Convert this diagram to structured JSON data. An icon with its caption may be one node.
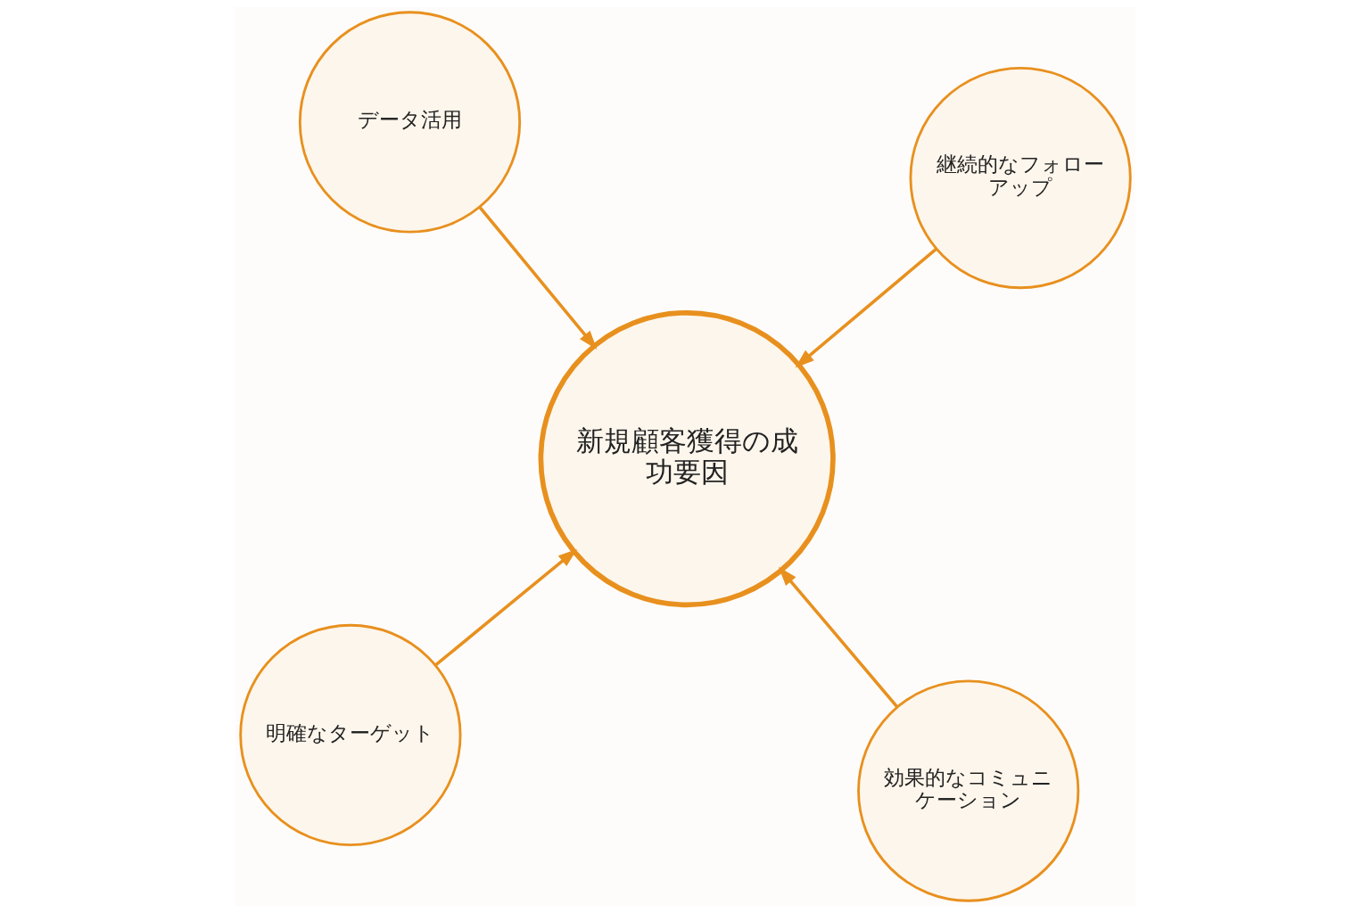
{
  "diagram": {
    "nodes": [
      {
        "text": [
          "明確なターゲット"
        ]
      },
      {
        "text": [
          "効果的なコミュニケーション"
        ]
      },
      {
        "text": [
          "新規顧客獲得の成功要因"
        ]
      },
      {
        "text": [
          "データ活用"
        ]
      },
      {
        "text": [
          "継続的なフォローアップ"
        ]
      }
    ],
    "edges": [
      {
        "from": 0,
        "to": 2,
        "arrow": "to"
      },
      {
        "from": 1,
        "to": 2,
        "arrow": "to"
      },
      {
        "from": 3,
        "to": 2,
        "arrow": "to"
      },
      {
        "from": 4,
        "to": 2,
        "arrow": "to"
      }
    ]
  }
}
